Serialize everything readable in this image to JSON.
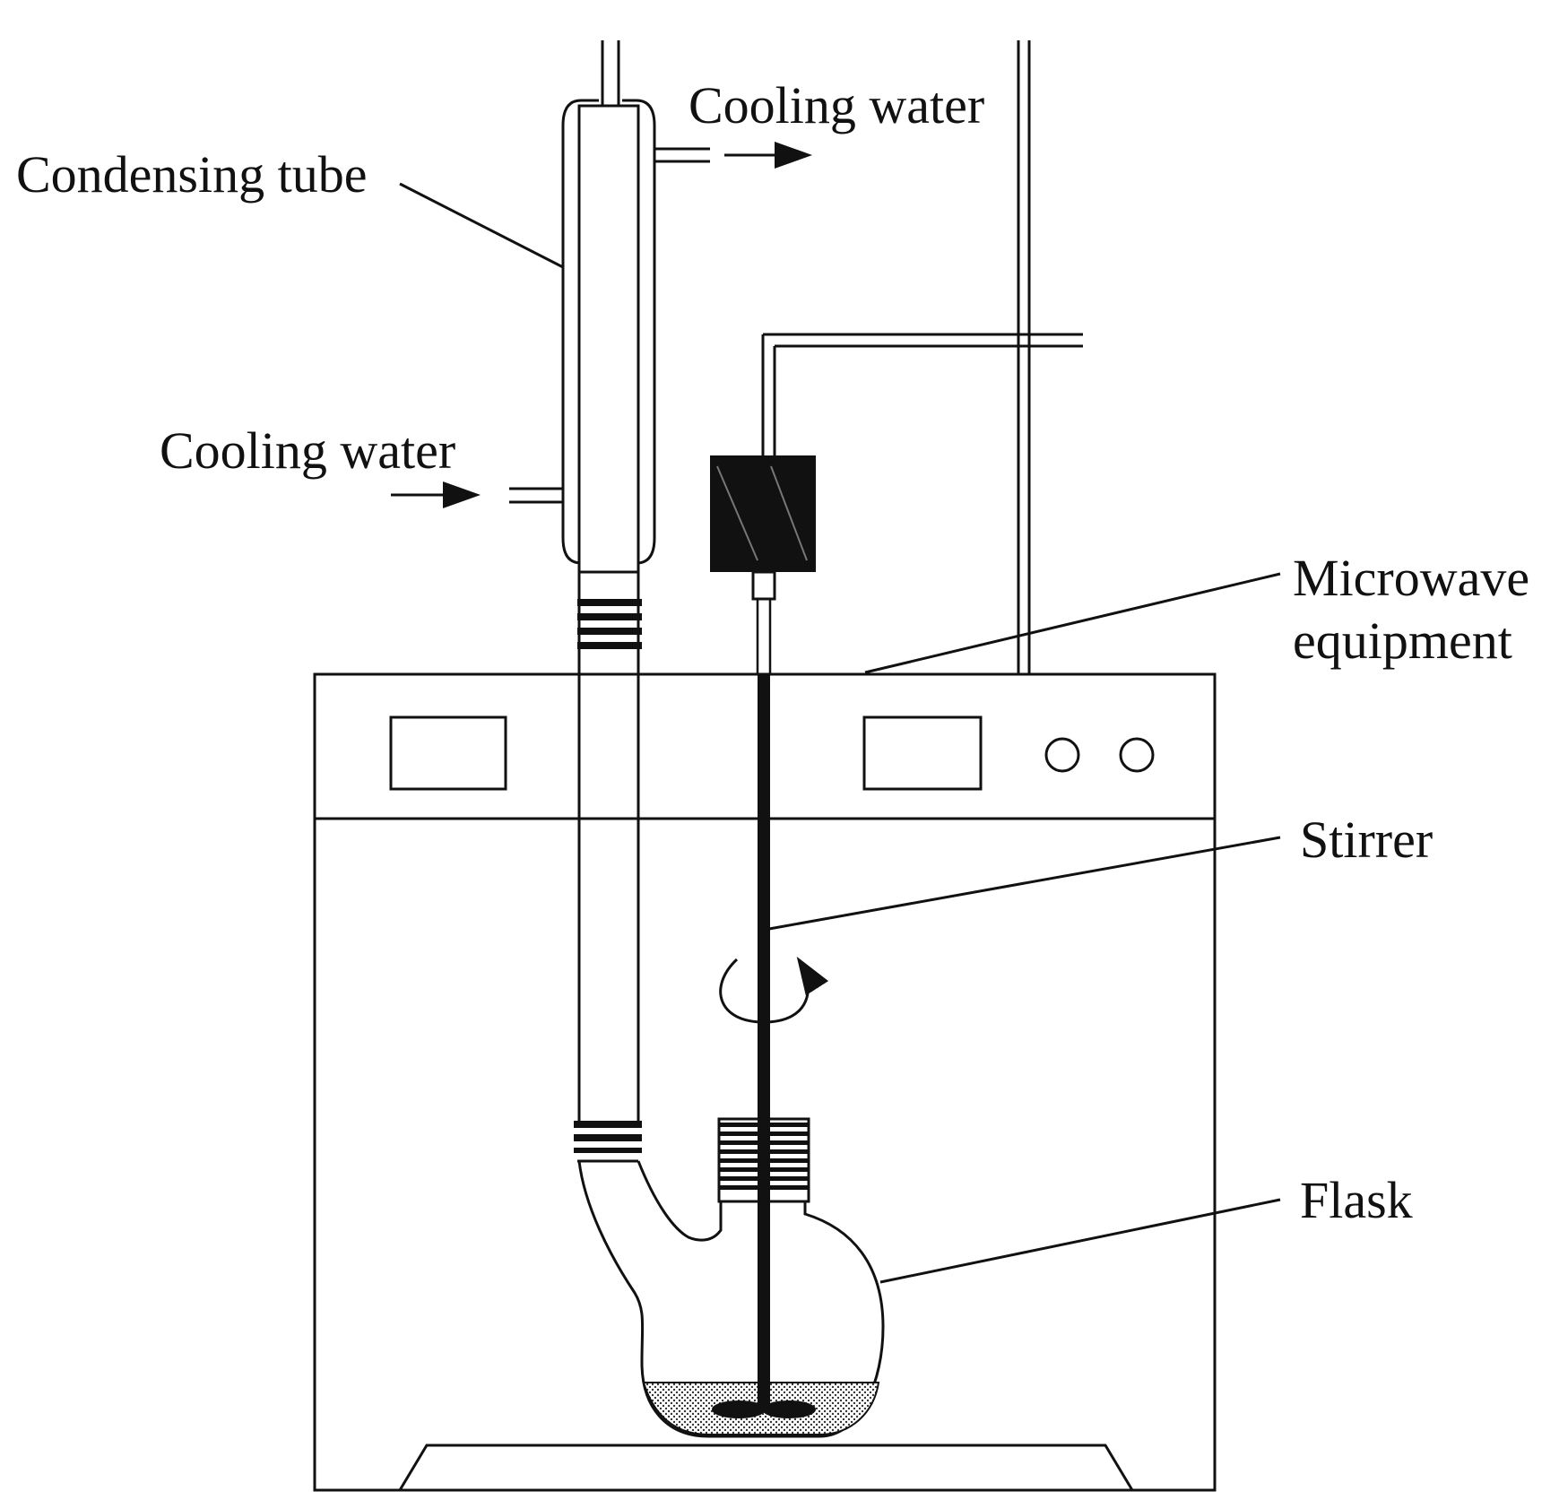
{
  "labels": {
    "cooling_water_out": "Cooling water",
    "condensing_tube": "Condensing tube",
    "cooling_water_in": "Cooling water",
    "microwave_line1": "Microwave",
    "microwave_line2": "equipment",
    "stirrer": "Stirrer",
    "flask": "Flask"
  },
  "colors": {
    "line": "#111111",
    "background": "#ffffff"
  }
}
